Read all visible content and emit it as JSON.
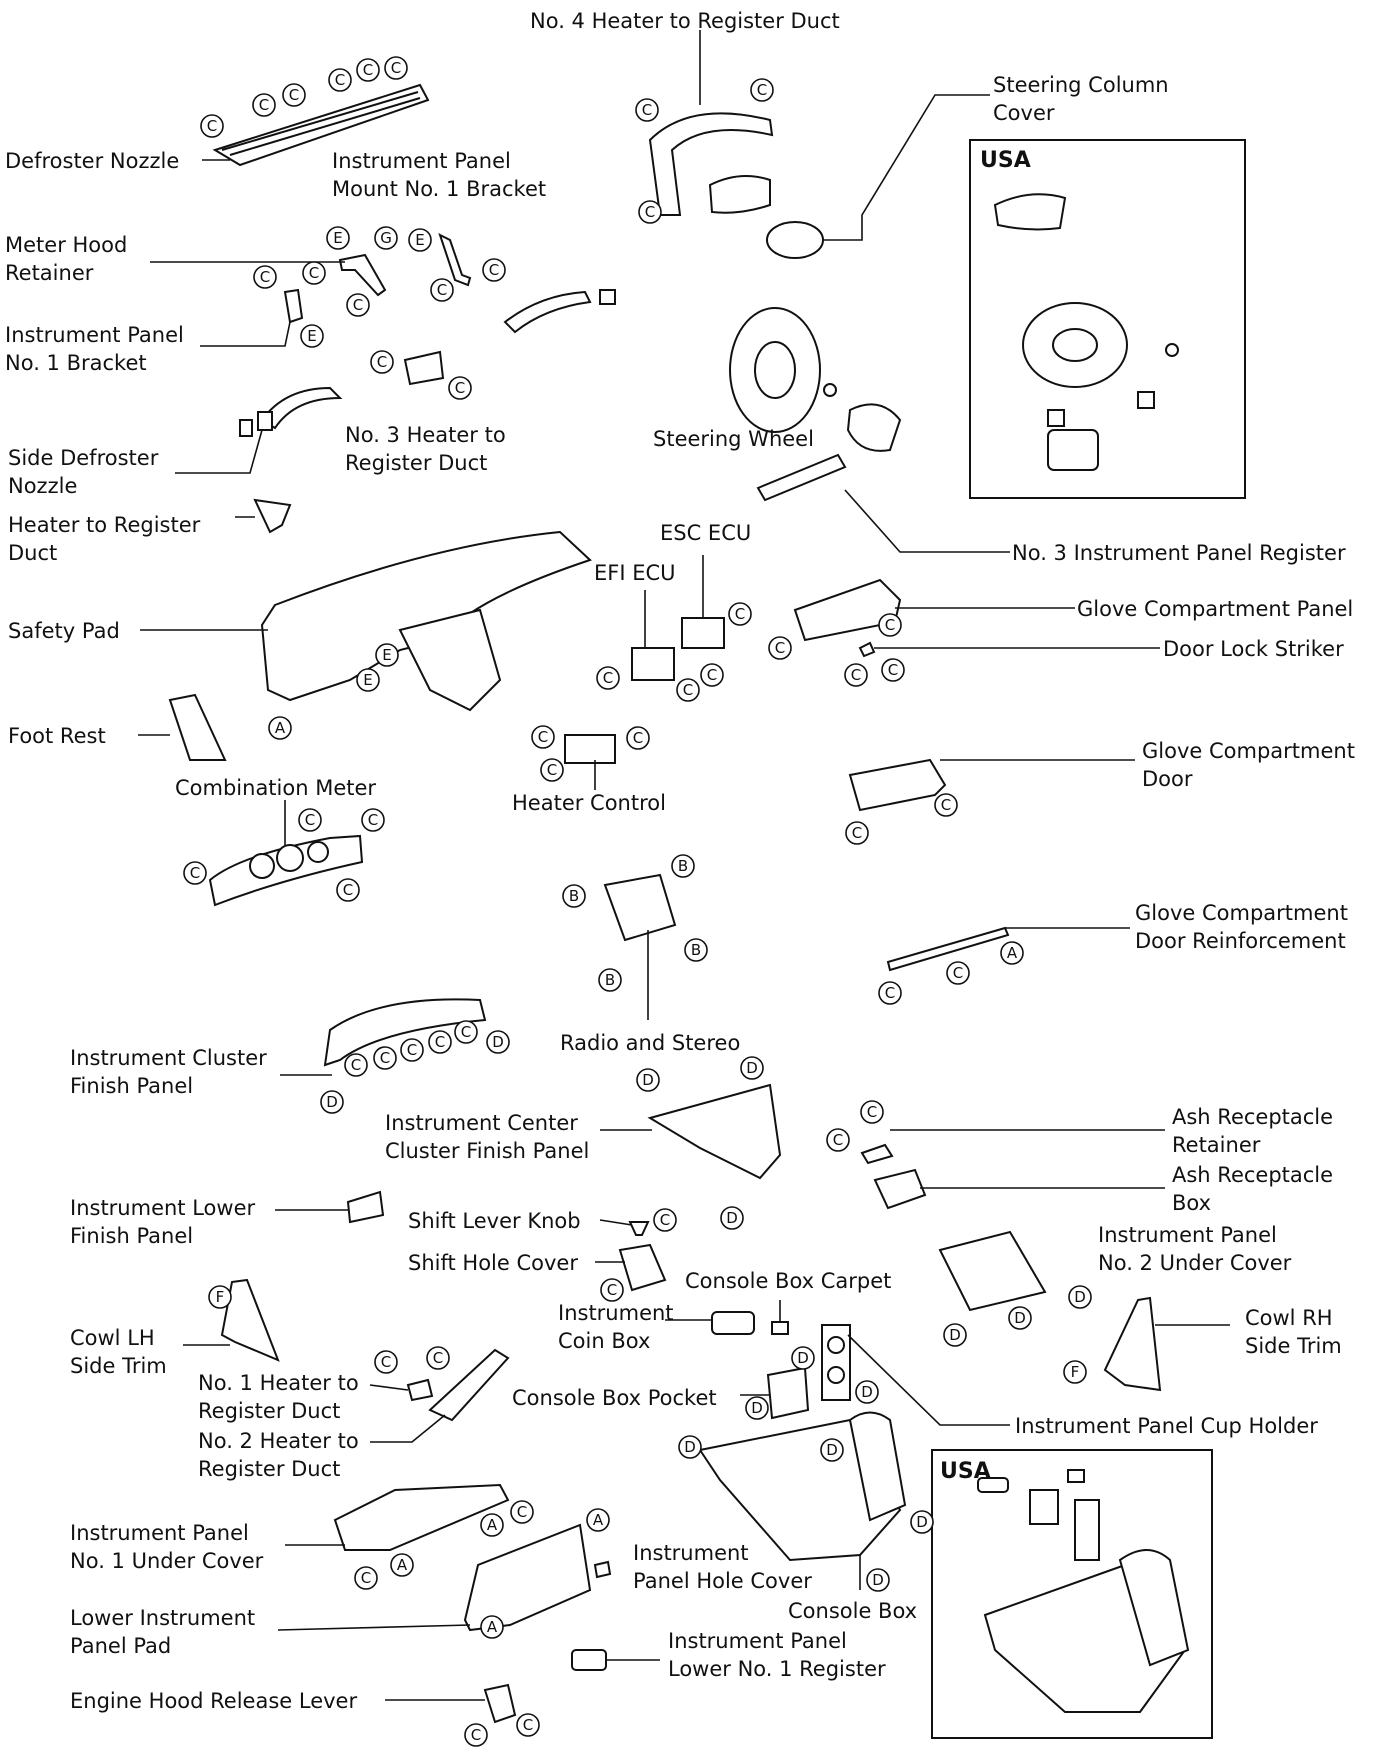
{
  "labels": {
    "no4_heater_duct": "No. 4 Heater to Register Duct",
    "steering_column_cover": [
      "Steering Column",
      "Cover"
    ],
    "usa_top": "USA",
    "usa_bottom": "USA",
    "defroster_nozzle": "Defroster Nozzle",
    "ip_mount_bracket": [
      "Instrument Panel",
      "Mount No. 1 Bracket"
    ],
    "meter_hood_retainer": [
      "Meter Hood",
      "Retainer"
    ],
    "ip_no1_bracket": [
      "Instrument Panel",
      "No. 1 Bracket"
    ],
    "no3_heater_duct": [
      "No. 3 Heater to",
      "Register Duct"
    ],
    "side_defroster_nozzle": [
      "Side Defroster",
      "Nozzle"
    ],
    "steering_wheel": "Steering Wheel",
    "heater_register_duct": [
      "Heater to Register",
      "Duct"
    ],
    "no3_ip_register": "No. 3 Instrument Panel Register",
    "esc_ecu": "ESC ECU",
    "efi_ecu": "EFI ECU",
    "safety_pad": "Safety Pad",
    "glove_panel": "Glove Compartment Panel",
    "door_lock_striker": "Door Lock Striker",
    "foot_rest": "Foot Rest",
    "glove_door": [
      "Glove Compartment",
      "Door"
    ],
    "combination_meter": "Combination Meter",
    "heater_control": "Heater Control",
    "glove_door_reinf": [
      "Glove Compartment",
      "Door Reinforcement"
    ],
    "cluster_finish_panel": [
      "Instrument Cluster",
      "Finish Panel"
    ],
    "radio_stereo": "Radio and Stereo",
    "center_cluster_panel": [
      "Instrument Center",
      "Cluster Finish Panel"
    ],
    "ash_retainer": [
      "Ash Receptacle",
      "Retainer"
    ],
    "ash_box": [
      "Ash Receptacle",
      "Box"
    ],
    "lower_finish_panel": [
      "Instrument Lower",
      "Finish Panel"
    ],
    "shift_knob": "Shift Lever Knob",
    "shift_hole_cover": "Shift Hole Cover",
    "ip_no2_under_cover": [
      "Instrument Panel",
      "No. 2 Under Cover"
    ],
    "console_box_carpet": "Console Box Carpet",
    "coin_box": [
      "Instrument",
      "Coin Box"
    ],
    "cowl_rh": [
      "Cowl RH",
      "Side Trim"
    ],
    "cowl_lh": [
      "Cowl LH",
      "Side Trim"
    ],
    "no1_heater_duct": [
      "No. 1 Heater to",
      "Register Duct"
    ],
    "console_box_pocket": "Console Box Pocket",
    "cup_holder": "Instrument Panel Cup Holder",
    "no2_heater_duct": [
      "No. 2 Heater to",
      "Register Duct"
    ],
    "ip_no1_under_cover": [
      "Instrument Panel",
      "No. 1 Under Cover"
    ],
    "ip_hole_cover": [
      "Instrument",
      "Panel Hole Cover"
    ],
    "console_box": "Console Box",
    "lower_ip_pad": [
      "Lower Instrument",
      "Panel Pad"
    ],
    "ip_lower_register": [
      "Instrument Panel",
      "Lower No. 1 Register"
    ],
    "engine_hood_lever": "Engine Hood Release Lever"
  },
  "fastener_letters": [
    "A",
    "B",
    "C",
    "D",
    "E",
    "F",
    "G"
  ]
}
